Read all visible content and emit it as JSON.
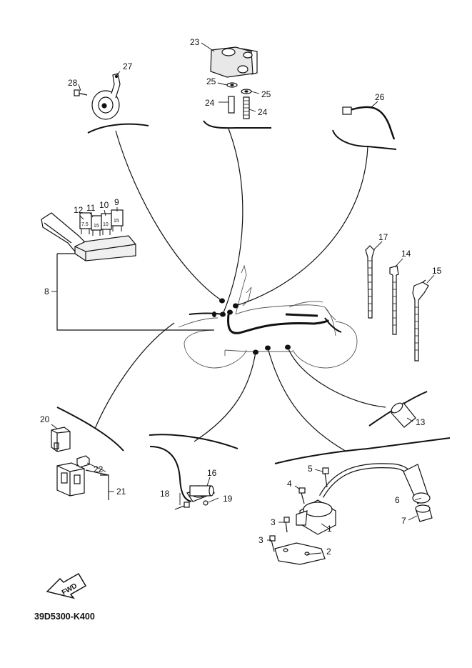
{
  "diagram_code": "39D5300-K400",
  "fwd_label": "FWD",
  "fuse_ratings": [
    "7.5",
    "15",
    "10",
    "15"
  ],
  "part_numbers": {
    "p1": "1",
    "p2": "2",
    "p3a": "3",
    "p3b": "3",
    "p4": "4",
    "p5": "5",
    "p6": "6",
    "p7": "7",
    "p8": "8",
    "p9": "9",
    "p10": "10",
    "p11": "11",
    "p12": "12",
    "p13": "13",
    "p14": "14",
    "p15": "15",
    "p16": "16",
    "p17": "17",
    "p18": "18",
    "p19": "19",
    "p20": "20",
    "p21": "21",
    "p22": "22",
    "p23": "23",
    "p24a": "24",
    "p24b": "24",
    "p25a": "25",
    "p25b": "25",
    "p26": "26",
    "p27": "27",
    "p28": "28"
  }
}
